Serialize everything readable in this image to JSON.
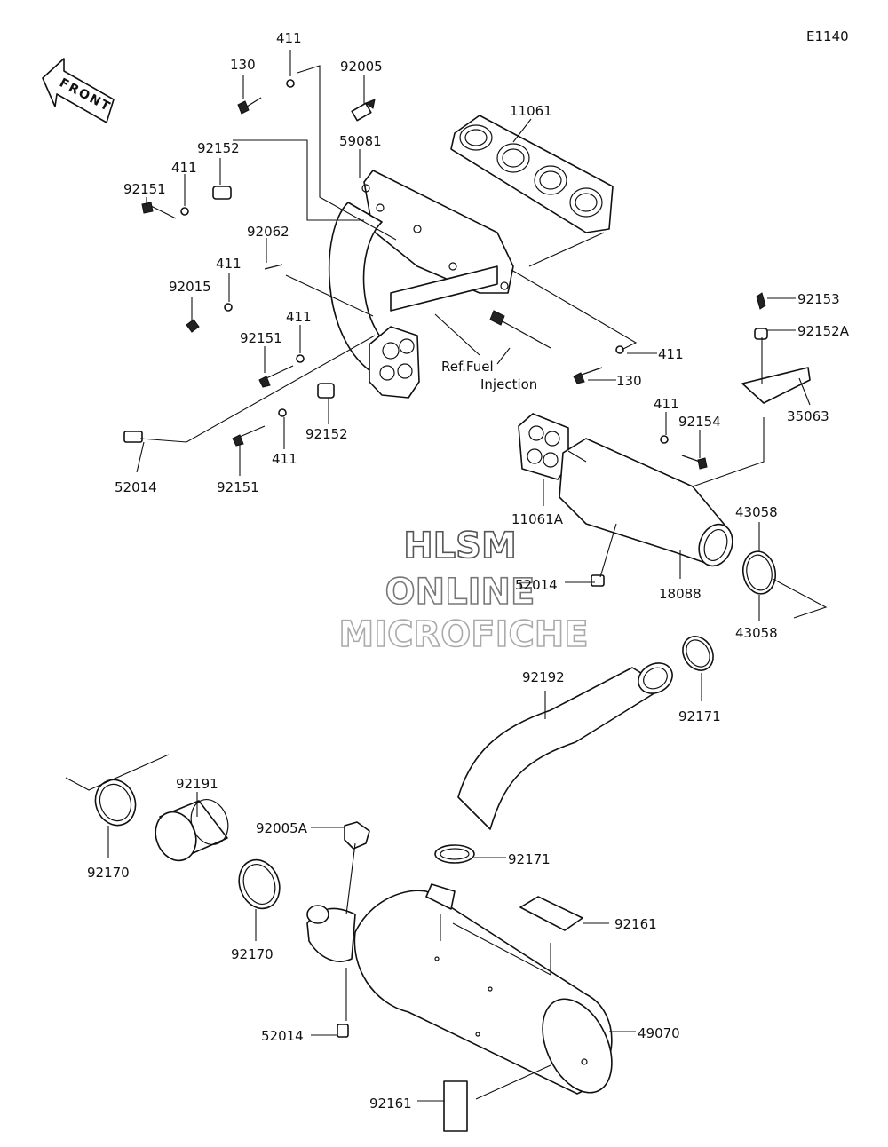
{
  "diagram": {
    "code": "E1140",
    "front_label": "FRONT",
    "ref_line1": "Ref.Fuel",
    "ref_line2": "Injection"
  },
  "watermark": {
    "line1": "HLSM",
    "line2": "ONLINE",
    "line3": "MICROFICHE"
  },
  "part_labels": [
    {
      "id": "411a",
      "text": "411"
    },
    {
      "id": "130a",
      "text": "130"
    },
    {
      "id": "92005",
      "text": "92005"
    },
    {
      "id": "11061",
      "text": "11061"
    },
    {
      "id": "59081",
      "text": "59081"
    },
    {
      "id": "92152a",
      "text": "92152"
    },
    {
      "id": "411b",
      "text": "411"
    },
    {
      "id": "92151a",
      "text": "92151"
    },
    {
      "id": "92062",
      "text": "92062"
    },
    {
      "id": "411c",
      "text": "411"
    },
    {
      "id": "92015",
      "text": "92015"
    },
    {
      "id": "411d",
      "text": "411"
    },
    {
      "id": "92151b",
      "text": "92151"
    },
    {
      "id": "411e",
      "text": "411"
    },
    {
      "id": "130b",
      "text": "130"
    },
    {
      "id": "92152b",
      "text": "92152"
    },
    {
      "id": "411f",
      "text": "411"
    },
    {
      "id": "52014a",
      "text": "52014"
    },
    {
      "id": "92151c",
      "text": "92151"
    },
    {
      "id": "92153",
      "text": "92153"
    },
    {
      "id": "92152A",
      "text": "92152A"
    },
    {
      "id": "35063",
      "text": "35063"
    },
    {
      "id": "411g",
      "text": "411"
    },
    {
      "id": "92154",
      "text": "92154"
    },
    {
      "id": "11061A",
      "text": "11061A"
    },
    {
      "id": "52014b",
      "text": "52014"
    },
    {
      "id": "18088",
      "text": "18088"
    },
    {
      "id": "43058a",
      "text": "43058"
    },
    {
      "id": "43058b",
      "text": "43058"
    },
    {
      "id": "92192",
      "text": "92192"
    },
    {
      "id": "92171a",
      "text": "92171"
    },
    {
      "id": "92191",
      "text": "92191"
    },
    {
      "id": "92170a",
      "text": "92170"
    },
    {
      "id": "92005A",
      "text": "92005A"
    },
    {
      "id": "92171b",
      "text": "92171"
    },
    {
      "id": "92170b",
      "text": "92170"
    },
    {
      "id": "92161a",
      "text": "92161"
    },
    {
      "id": "52014c",
      "text": "52014"
    },
    {
      "id": "49070",
      "text": "49070"
    },
    {
      "id": "92161b",
      "text": "92161"
    }
  ]
}
